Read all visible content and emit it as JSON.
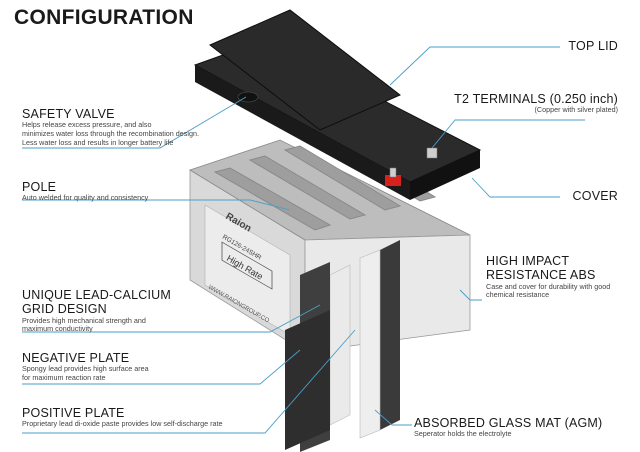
{
  "title": "CONFIGURATION",
  "labels": {
    "top_lid": {
      "heading": "TOP LID"
    },
    "terminals": {
      "heading": "T2 TERMINALS (0.250 inch)",
      "detail": "(Copper with silver plated)"
    },
    "cover": {
      "heading": "COVER"
    },
    "high_impact": {
      "heading1": "HIGH IMPACT",
      "heading2": "RESISTANCE ABS",
      "detail1": "Case and cover for durability with good",
      "detail2": "chemical resistance"
    },
    "agm": {
      "heading": "ABSORBED GLASS MAT (AGM)",
      "detail": "Seperator holds the electrolyte"
    },
    "safety_valve": {
      "heading": "SAFETY VALVE",
      "detail1": "Helps release excess pressure, and also",
      "detail2": "minimizes water loss through the recombination design.",
      "detail3": "Less water loss and results in longer battery life"
    },
    "pole": {
      "heading": "POLE",
      "detail": "Auto welded for quality and consistency"
    },
    "grid": {
      "heading1": "UNIQUE LEAD-CALCIUM",
      "heading2": "GRID DESIGN",
      "detail1": "Provides high mechanical strength and",
      "detail2": "maximum conductivity"
    },
    "negative": {
      "heading": "NEGATIVE PLATE",
      "detail1": "Spongy lead provides high surface area",
      "detail2": "for maximum reaction rate"
    },
    "positive": {
      "heading": "POSITIVE PLATE",
      "detail": "Proprietary lead di-oxide paste provides low self-discharge rate"
    }
  },
  "battery": {
    "brand": "Raion",
    "model": "RG126-24SHR",
    "badge": "High Rate",
    "website": "WWW.RAIONGROUP.CO"
  },
  "colors": {
    "leader": "#4a9ec9",
    "terminal_red": "#d8201c"
  }
}
